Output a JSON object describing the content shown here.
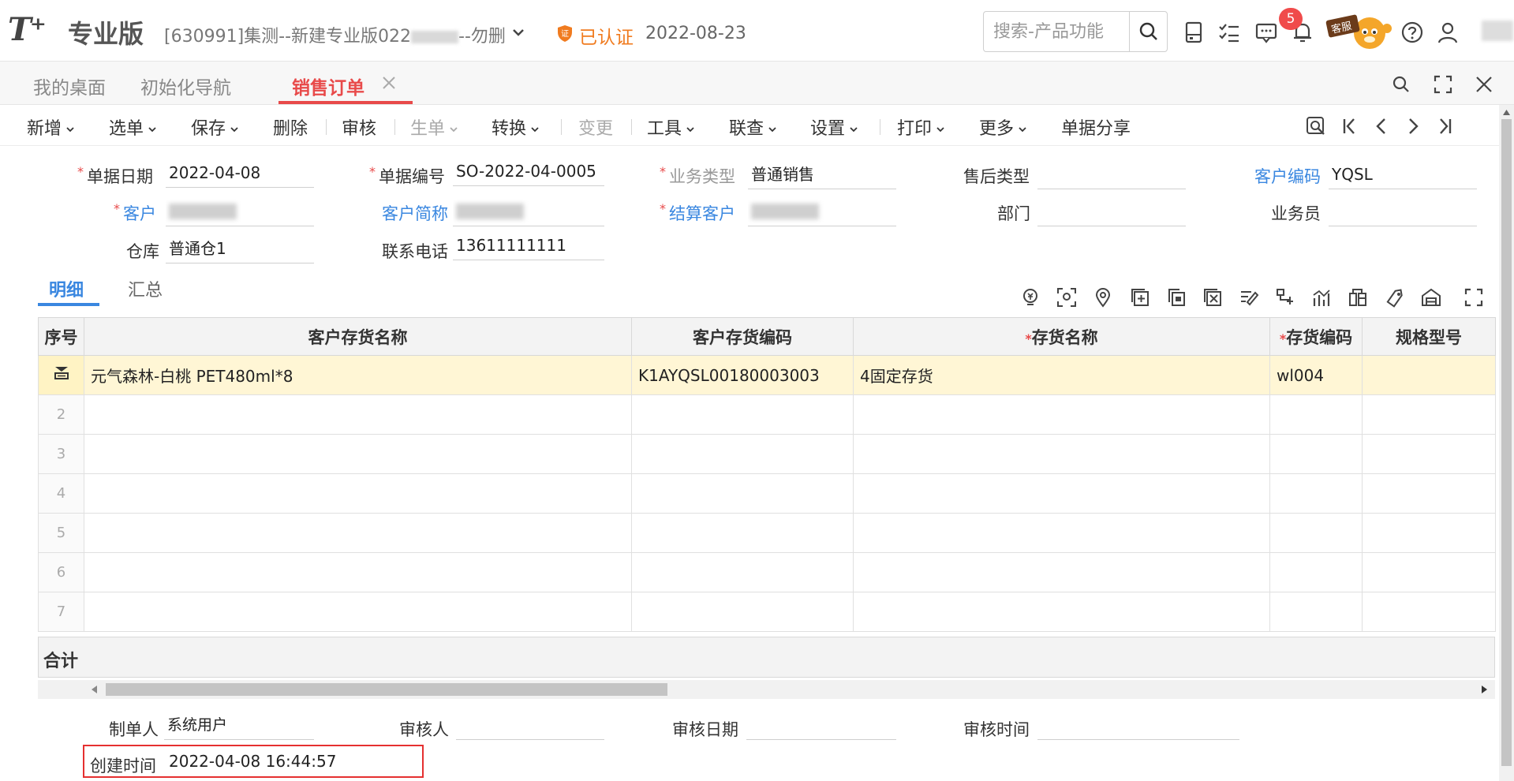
{
  "header": {
    "logo": "T⁺",
    "edition": "专业版",
    "account_prefix": "[630991]集测--新建专业版022",
    "account_suffix": "--勿删",
    "certified": "已认证",
    "date": "2022-08-23",
    "search_placeholder": "搜索-产品功能",
    "notification_count": "5",
    "kefu_label": "客服"
  },
  "tabs": [
    {
      "label": "我的桌面"
    },
    {
      "label": "初始化导航"
    },
    {
      "label": "销售订单"
    }
  ],
  "toolbar": {
    "add": "新增",
    "select": "选单",
    "save": "保存",
    "delete": "删除",
    "audit": "审核",
    "generate": "生单",
    "convert": "转换",
    "change": "变更",
    "tools": "工具",
    "query": "联查",
    "settings": "设置",
    "print": "打印",
    "more": "更多",
    "share": "单据分享"
  },
  "form": {
    "date_label": "单据日期",
    "date_value": "2022-04-08",
    "number_label": "单据编号",
    "number_value": "SO-2022-04-0005",
    "biz_type_label": "业务类型",
    "biz_type_value": "普通销售",
    "aftersale_label": "售后类型",
    "customer_code_label": "客户编码",
    "customer_code_value": "YQSL",
    "customer_label": "客户",
    "customer_short_label": "客户简称",
    "settle_customer_label": "结算客户",
    "department_label": "部门",
    "salesman_label": "业务员",
    "warehouse_label": "仓库",
    "warehouse_value": "普通仓1",
    "phone_label": "联系电话",
    "phone_value": "13611111111"
  },
  "detail_tabs": {
    "detail": "明细",
    "summary": "汇总"
  },
  "grid": {
    "columns": [
      "序号",
      "客户存货名称",
      "客户存货编码",
      "存货名称",
      "存货编码",
      "规格型号"
    ],
    "rows": [
      {
        "seq": "",
        "cust_item_name": "元气森林-白桃 PET480ml*8",
        "cust_item_code": "K1AYQSL00180003003",
        "item_name": "4固定存货",
        "item_code": "wl004",
        "spec": ""
      },
      {
        "seq": "2",
        "cust_item_name": "",
        "cust_item_code": "",
        "item_name": "",
        "item_code": "",
        "spec": ""
      },
      {
        "seq": "3",
        "cust_item_name": "",
        "cust_item_code": "",
        "item_name": "",
        "item_code": "",
        "spec": ""
      },
      {
        "seq": "4",
        "cust_item_name": "",
        "cust_item_code": "",
        "item_name": "",
        "item_code": "",
        "spec": ""
      },
      {
        "seq": "5",
        "cust_item_name": "",
        "cust_item_code": "",
        "item_name": "",
        "item_code": "",
        "spec": ""
      },
      {
        "seq": "6",
        "cust_item_name": "",
        "cust_item_code": "",
        "item_name": "",
        "item_code": "",
        "spec": ""
      },
      {
        "seq": "7",
        "cust_item_name": "",
        "cust_item_code": "",
        "item_name": "",
        "item_code": "",
        "spec": ""
      }
    ],
    "total_label": "合计"
  },
  "footer": {
    "maker_label": "制单人",
    "maker_value": "系统用户",
    "auditor_label": "审核人",
    "audit_date_label": "审核日期",
    "audit_time_label": "审核时间",
    "created_label": "创建时间",
    "created_value": "2022-04-08 16:44:57"
  },
  "colors": {
    "accent_red": "#e84a4a",
    "link_blue": "#3a87e0",
    "cert_orange": "#f07b1f",
    "selected_row": "#fff6d5"
  }
}
